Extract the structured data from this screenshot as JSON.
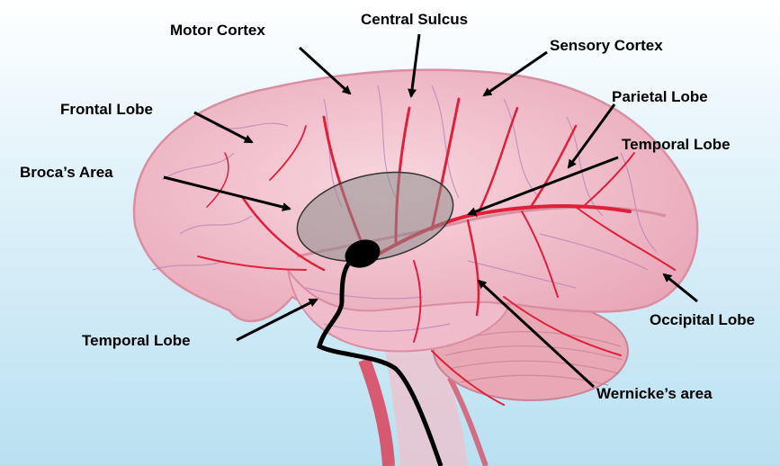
{
  "labels": {
    "motor_cortex": "Motor Cortex",
    "central_sulcus": "Central Sulcus",
    "sensory_cortex": "Sensory Cortex",
    "frontal_lobe": "Frontal Lobe",
    "parietal_lobe": "Parietal Lobe",
    "temporal_lobe_upper": "Temporal Lobe",
    "brocas_area": "Broca’s Area",
    "temporal_lobe_lower": "Temporal Lobe",
    "occipital_lobe": "Occipital Lobe",
    "wernickes_area": "Wernicke’s area"
  },
  "colors": {
    "background_top": "#ffffff",
    "background_bottom": "#bfe3f2",
    "brain": "#f2c3cf",
    "brain_outline": "#d98ea2",
    "vessels": "#e0203a",
    "cerebellum": "#e9a9b4",
    "highlight_ellipse": "#8c8c8c",
    "arrow": "#000000"
  }
}
